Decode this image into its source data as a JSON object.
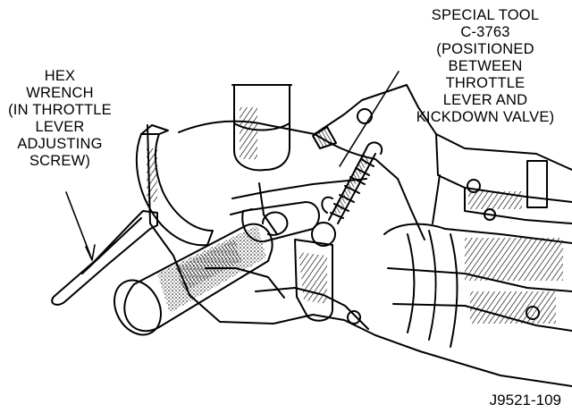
{
  "callouts": {
    "hex_wrench": [
      "HEX",
      "WRENCH",
      "(IN THROTTLE",
      "LEVER",
      "ADJUSTING",
      "SCREW)"
    ],
    "special_tool": [
      "SPECIAL TOOL",
      "C-3763",
      "(POSITIONED",
      "BETWEEN",
      "THROTTLE",
      "LEVER AND",
      "KICKDOWN VALVE)"
    ]
  },
  "figure_id": "J9521-109"
}
